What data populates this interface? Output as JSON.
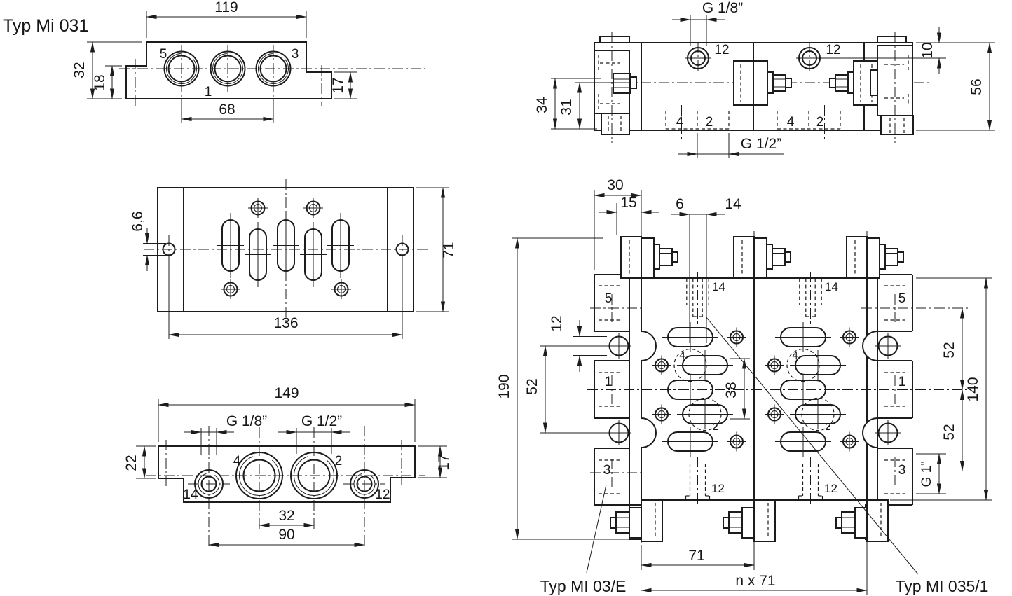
{
  "drawing": {
    "title": "Typ Mi 031",
    "type_labels": {
      "end_plate": "Typ MI 03/E",
      "sub_base": "Typ MI 035/1"
    },
    "threads": {
      "g18": "G 1/8”",
      "g12": "G 1/2”",
      "g1": "G 1”"
    },
    "ports": {
      "p1": "1",
      "p2": "2",
      "p3": "3",
      "p4": "4",
      "p5": "5",
      "p12": "12",
      "p14": "14"
    },
    "view_end": {
      "width": "119",
      "height": "32",
      "step_left": "18",
      "step_right": "17",
      "port_spacing": "68"
    },
    "view_plate": {
      "hole_dia": "6,6",
      "height": "71",
      "length": "136"
    },
    "view_bottom": {
      "length": "149",
      "step_left": "22",
      "step_right": "17",
      "spacing_center": "32",
      "spacing_outer": "90"
    },
    "view_front": {
      "d34": "34",
      "d31": "31",
      "d10": "10",
      "d56": "56"
    },
    "view_top": {
      "d30": "30",
      "d15": "15",
      "d6": "6",
      "d14": "14",
      "d190": "190",
      "d52": "52",
      "d12": "12",
      "d38": "38",
      "d140": "140",
      "d71": "71",
      "pitch": "n x 71"
    }
  }
}
